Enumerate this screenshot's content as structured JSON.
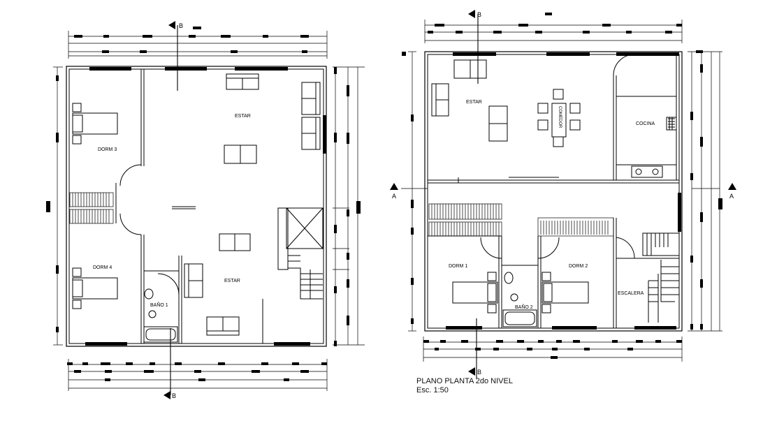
{
  "plans": [
    {
      "rooms": [
        {
          "key": "estar_top",
          "label": "ESTAR"
        },
        {
          "key": "dorm3",
          "label": "DORM 3"
        },
        {
          "key": "dorm4",
          "label": "DORM 4"
        },
        {
          "key": "estar_bottom",
          "label": "ESTAR"
        },
        {
          "key": "bano1",
          "label": "BAÑO 1"
        }
      ],
      "section_markers": [
        "B",
        "B"
      ]
    },
    {
      "rooms": [
        {
          "key": "estar",
          "label": "ESTAR"
        },
        {
          "key": "comedor",
          "label": "COMEDOR"
        },
        {
          "key": "cocina",
          "label": "COCINA"
        },
        {
          "key": "dorm1",
          "label": "DORM 1"
        },
        {
          "key": "dorm2",
          "label": "DORM 2"
        },
        {
          "key": "bano2",
          "label": "BAÑO 2"
        },
        {
          "key": "escalera",
          "label": "ESCALERA"
        }
      ],
      "section_markers": [
        "B",
        "B",
        "A",
        "A"
      ]
    }
  ],
  "title": {
    "line1": "PLANO PLANTA  2do NIVEL",
    "line2": "Esc. 1:50"
  }
}
